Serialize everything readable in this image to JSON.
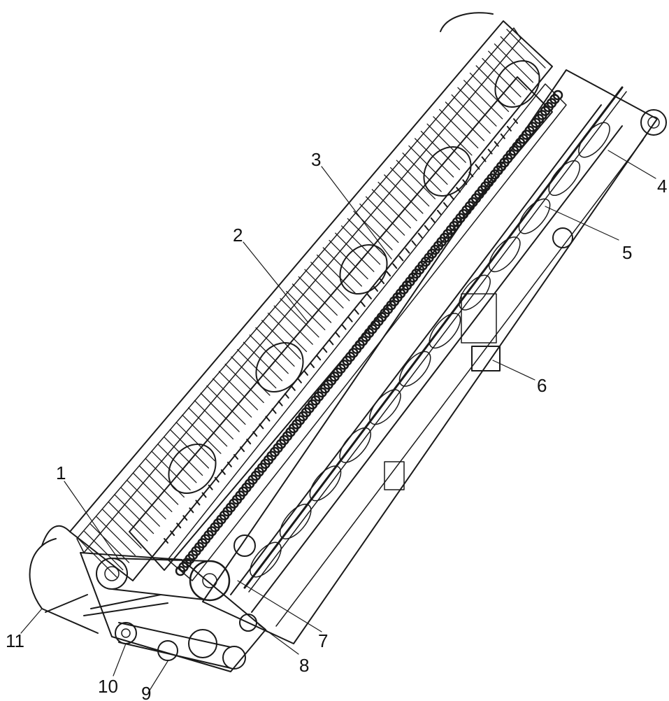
{
  "figure": {
    "subject": "grain header machine, isometric line drawing",
    "ink_color": "#1a1a1a",
    "background": "#ffffff"
  },
  "callouts": [
    {
      "id": "c1",
      "label": "1"
    },
    {
      "id": "c2",
      "label": "2"
    },
    {
      "id": "c3",
      "label": "3"
    },
    {
      "id": "c4",
      "label": "4"
    },
    {
      "id": "c5",
      "label": "5"
    },
    {
      "id": "c6",
      "label": "6"
    },
    {
      "id": "c7",
      "label": "7"
    },
    {
      "id": "c8",
      "label": "8"
    },
    {
      "id": "c9",
      "label": "9"
    },
    {
      "id": "c10",
      "label": "10"
    },
    {
      "id": "c11",
      "label": "11"
    }
  ]
}
